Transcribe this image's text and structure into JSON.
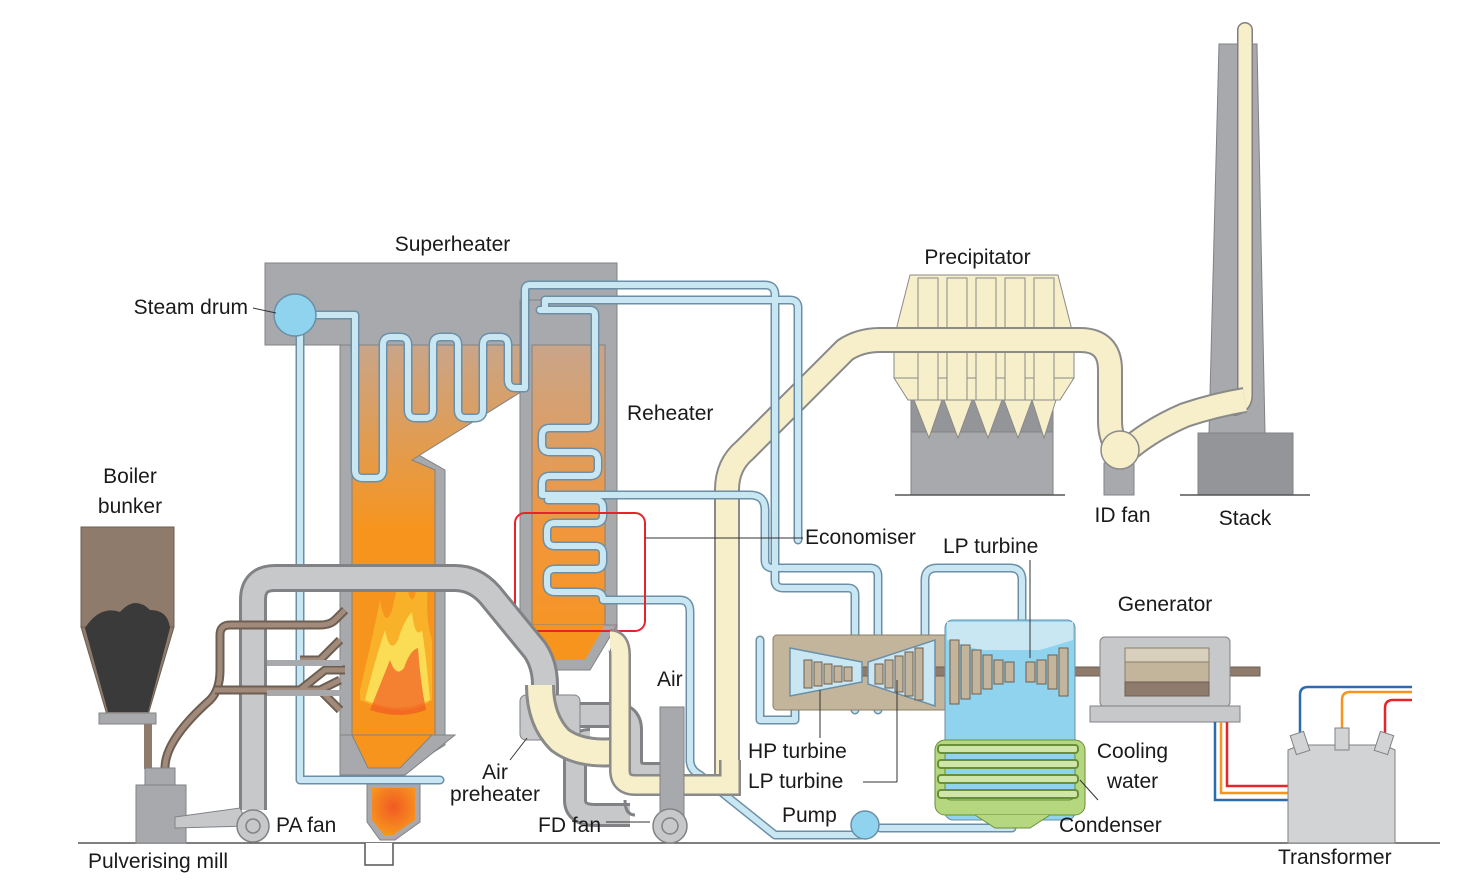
{
  "labels": {
    "superheater": "Superheater",
    "steam_drum": "Steam drum",
    "precipitator": "Precipitator",
    "reheater": "Reheater",
    "boiler_bunker_line1": "Boiler",
    "boiler_bunker_line2": "bunker",
    "id_fan": "ID fan",
    "stack": "Stack",
    "economiser": "Economiser",
    "lp_turbine_top": "LP turbine",
    "generator": "Generator",
    "air": "Air",
    "air_preheater_line1": "Air",
    "air_preheater_line2": "preheater",
    "hp_turbine": "HP turbine",
    "lp_turbine_bottom": "LP turbine",
    "cooling_water_line1": "Cooling",
    "cooling_water_line2": "water",
    "fd_fan": "FD fan",
    "pump": "Pump",
    "condenser": "Condenser",
    "pa_fan": "PA fan",
    "pulverising_mill": "Pulverising mill",
    "transformer": "Transformer"
  },
  "colors": {
    "structure_grey": "#a7a9ac",
    "structure_dark": "#939598",
    "steam_pipe": "#c9e6f3",
    "pipe_outline": "#6b8fa6",
    "flue_gas_duct": "#f7efca",
    "furnace_orange": "#f7941d",
    "coal_brown": "#8f7b6c",
    "coal_dark": "#3a3a3a",
    "condenser_water": "#8fd3ee",
    "cooling_green": "#b4d77f",
    "turbine_tan": "#c2b59b",
    "highlight_red": "#e8242b",
    "wire_blue": "#2b6cb0",
    "wire_orange": "#f7941d",
    "wire_red": "#e8242b"
  }
}
